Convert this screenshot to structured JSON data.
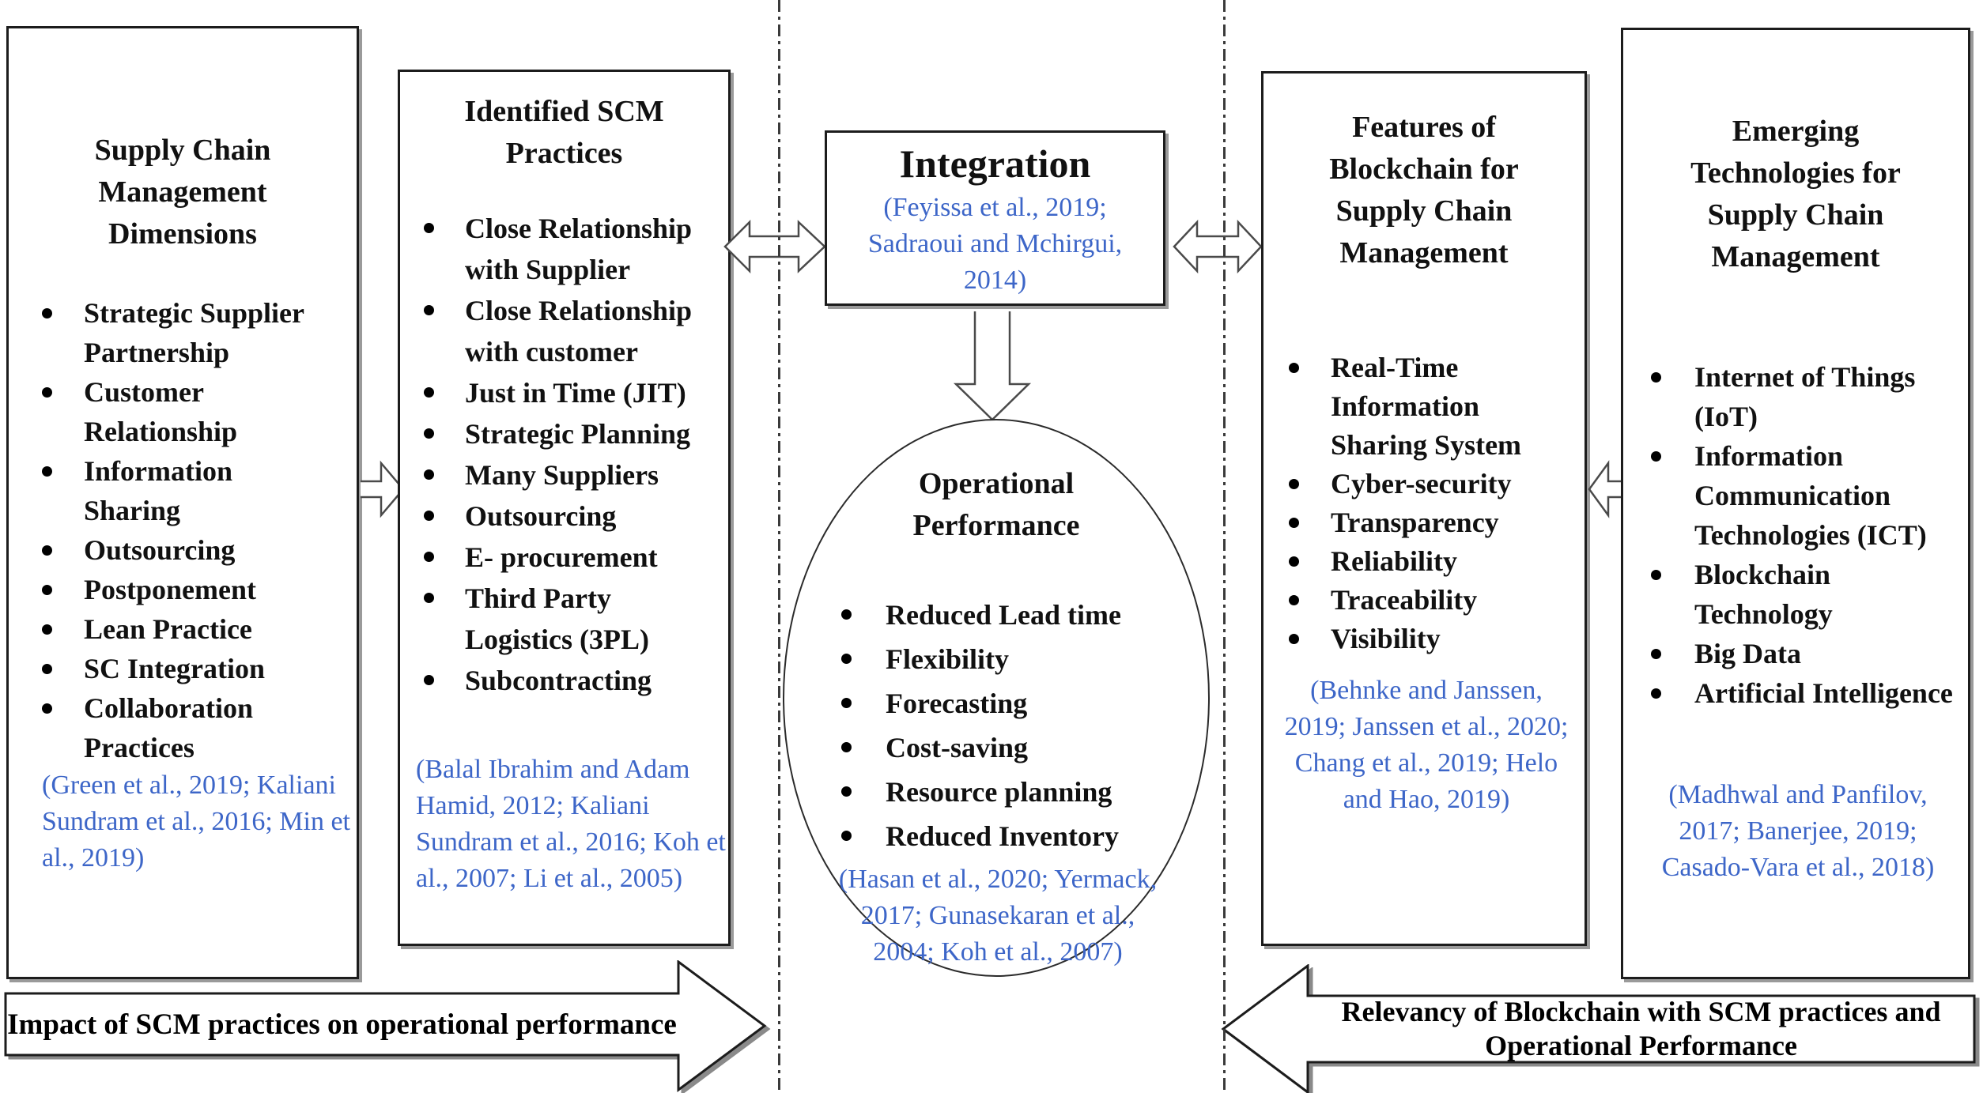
{
  "diagram": {
    "colors": {
      "citation_blue": "#3d66c8",
      "line_black": "#1c1c1c",
      "background": "#ffffff"
    },
    "boxes": {
      "scm_dimensions": {
        "title": "Supply Chain Management Dimensions",
        "items": [
          "Strategic Supplier Partnership",
          "Customer Relationship",
          "Information Sharing",
          "Outsourcing",
          "Postponement",
          "Lean Practice",
          "SC Integration",
          "Collaboration Practices"
        ],
        "citation": "(Green et al., 2019; Kaliani Sundram et al., 2016; Min et al., 2019)"
      },
      "scm_practices": {
        "title": "Identified SCM Practices",
        "items": [
          "Close Relationship with Supplier",
          "Close Relationship with customer",
          "Just in Time (JIT)",
          "Strategic Planning",
          "Many Suppliers",
          "Outsourcing",
          "E- procurement",
          "Third Party Logistics (3PL)",
          "Subcontracting"
        ],
        "citation": "(Balal Ibrahim and Adam Hamid, 2012; Kaliani Sundram et al., 2016; Koh et al., 2007; Li et al., 2005)"
      },
      "integration": {
        "title": "Integration",
        "citation": "(Feyissa et al., 2019; Sadraoui and Mchirgui, 2014)"
      },
      "operational_performance": {
        "title": "Operational Performance",
        "items": [
          "Reduced Lead time",
          "Flexibility",
          "Forecasting",
          "Cost-saving",
          "Resource planning",
          "Reduced Inventory"
        ],
        "citation": "(Hasan et al., 2020; Yermack, 2017; Gunasekaran et al., 2004; Koh et al., 2007)"
      },
      "blockchain_features": {
        "title": "Features of Blockchain for Supply Chain Management",
        "items": [
          "Real-Time Information Sharing System",
          "Cyber-security",
          "Transparency",
          "Reliability",
          "Traceability",
          "Visibility"
        ],
        "citation": "(Behnke and Janssen, 2019; Janssen et al., 2020; Chang et al., 2019; Helo and Hao, 2019)"
      },
      "emerging_technologies": {
        "title": "Emerging Technologies for Supply Chain Management",
        "items": [
          "Internet of Things (IoT)",
          "Information Communication Technologies (ICT)",
          "Blockchain Technology",
          "Big Data",
          "Artificial Intelligence"
        ],
        "citation": "(Madhwal and Panfilov, 2017; Banerjee, 2019; Casado-Vara et al., 2018)"
      }
    },
    "banners": {
      "impact": "Impact of SCM practices on operational performance",
      "relevancy": "Relevancy of Blockchain with SCM practices and Operational Performance"
    }
  }
}
